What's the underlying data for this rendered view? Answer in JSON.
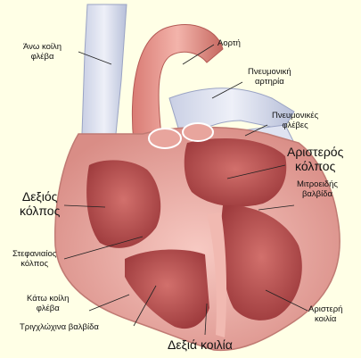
{
  "labels": {
    "superior_vena_cava": [
      "Άνω κοίλη",
      "φλέβα"
    ],
    "aorta": "Αορτή",
    "pulmonary_artery": [
      "Πνευμονική",
      "αρτηρία"
    ],
    "pulmonary_veins": [
      "Πνευμονικές",
      "φλέβες"
    ],
    "left_atrium": [
      "Αριστερός",
      "κόλπος"
    ],
    "mitral_valve": [
      "Μιτροειδής",
      "βαλβίδα"
    ],
    "right_atrium": [
      "Δεξιός",
      "κόλπος"
    ],
    "coronary_sinus": [
      "Στεφανιαίος",
      "κόλπος"
    ],
    "inferior_vena_cava": [
      "Κάτω κοίλη",
      "φλέβα"
    ],
    "tricuspid_valve": "Τριγχλώχινα βαλβίδα",
    "right_ventricle": "Δεξιά κοιλία",
    "left_ventricle": [
      "Αριστερή",
      "κοιλία"
    ]
  }
}
